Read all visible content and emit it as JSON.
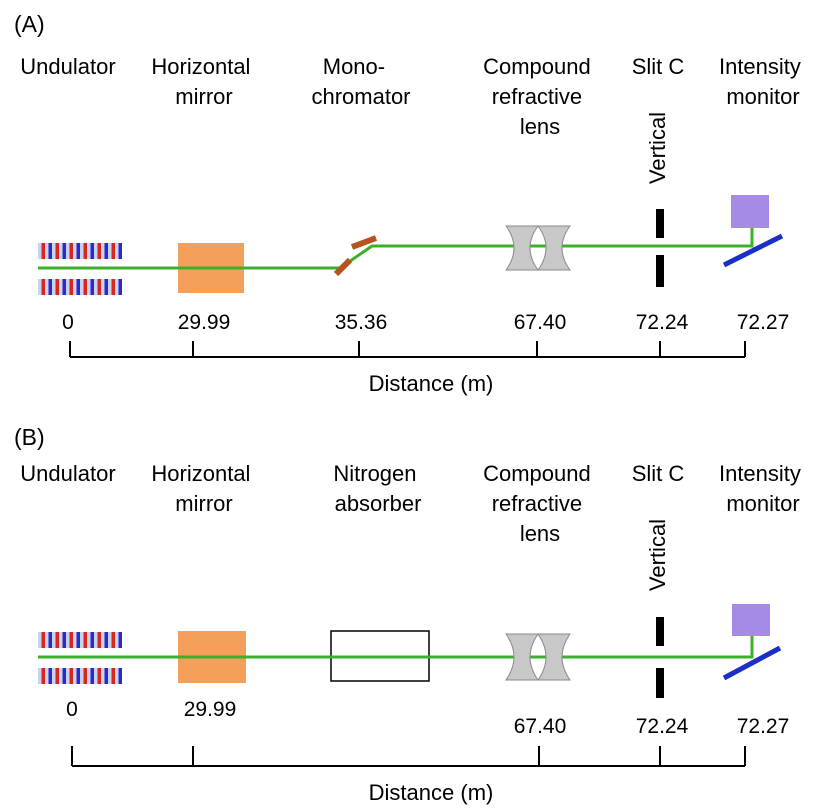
{
  "panel_a": {
    "tag": "(A)",
    "labels": {
      "undulator": [
        "Undulator"
      ],
      "mirror": [
        "Horizontal",
        "mirror"
      ],
      "mono": [
        "Mono-",
        "chromator"
      ],
      "crl": [
        "Compound",
        "refractive",
        "lens"
      ],
      "slit": [
        "Slit C"
      ],
      "slit_orientation": "Vertical",
      "monitor": [
        "Intensity",
        "monitor"
      ]
    },
    "positions": [
      "0",
      "29.99",
      "35.36",
      "67.40",
      "72.24",
      "72.27"
    ],
    "axis_label": "Distance (m)"
  },
  "panel_b": {
    "tag": "(B)",
    "labels": {
      "undulator": [
        "Undulator"
      ],
      "mirror": [
        "Horizontal",
        "mirror"
      ],
      "absorber": [
        "Nitrogen",
        "absorber"
      ],
      "crl": [
        "Compound",
        "refractive",
        "lens"
      ],
      "slit": [
        "Slit C"
      ],
      "slit_orientation": "Vertical",
      "monitor": [
        "Intensity",
        "monitor"
      ]
    },
    "positions": [
      "0",
      "29.99",
      "67.40",
      "72.24",
      "72.27"
    ],
    "axis_label": "Distance (m)"
  },
  "colors": {
    "beam": "#3cb02c",
    "mirror": "#f5a05a",
    "mono_crystal": "#b5541e",
    "lens": "#c8c8c8",
    "monitor_box": "#a58be6",
    "monitor_diode": "#1b2fc8",
    "magnet_red": "#d6261e",
    "magnet_blue": "#2a2bcf",
    "magnet_gap": "#c9d4ec"
  }
}
